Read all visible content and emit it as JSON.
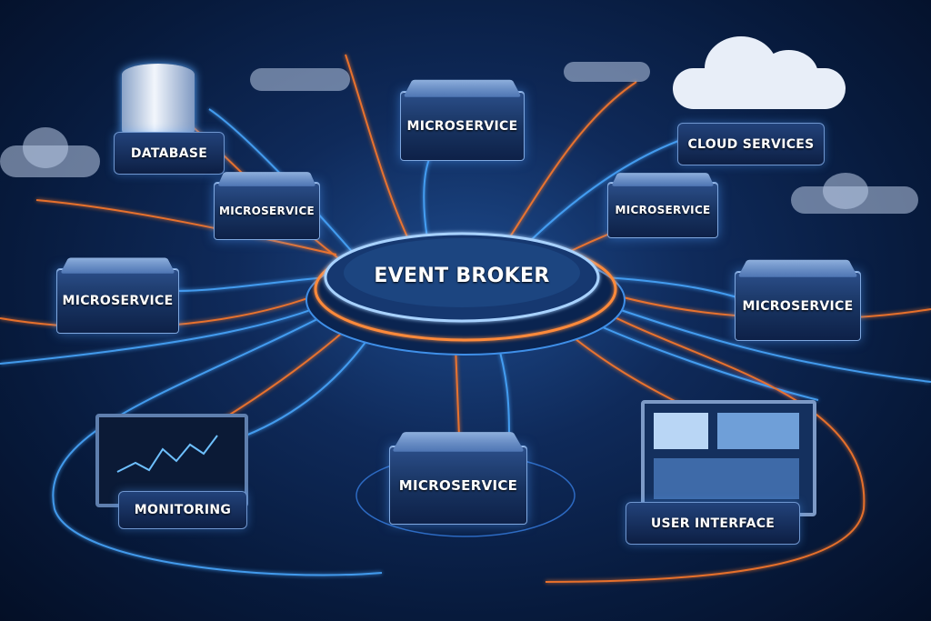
{
  "broker": {
    "label": "EVENT BROKER"
  },
  "nodes": {
    "database": "DATABASE",
    "microservice_top": "MICROSERVICE",
    "cloud_services": "CLOUD SERVICES",
    "microservice_left_upper": "MICROSERVICE",
    "microservice_right_upper": "MICROSERVICE",
    "microservice_left": "MICROSERVICE",
    "microservice_right": "MICROSERVICE",
    "monitoring": "MONITORING",
    "microservice_bottom": "MICROSERVICE",
    "user_interface": "USER INTERFACE"
  },
  "colors": {
    "orange_flow": "#ff7a2a",
    "blue_flow": "#4aa8ff",
    "background": "#0a2048"
  }
}
